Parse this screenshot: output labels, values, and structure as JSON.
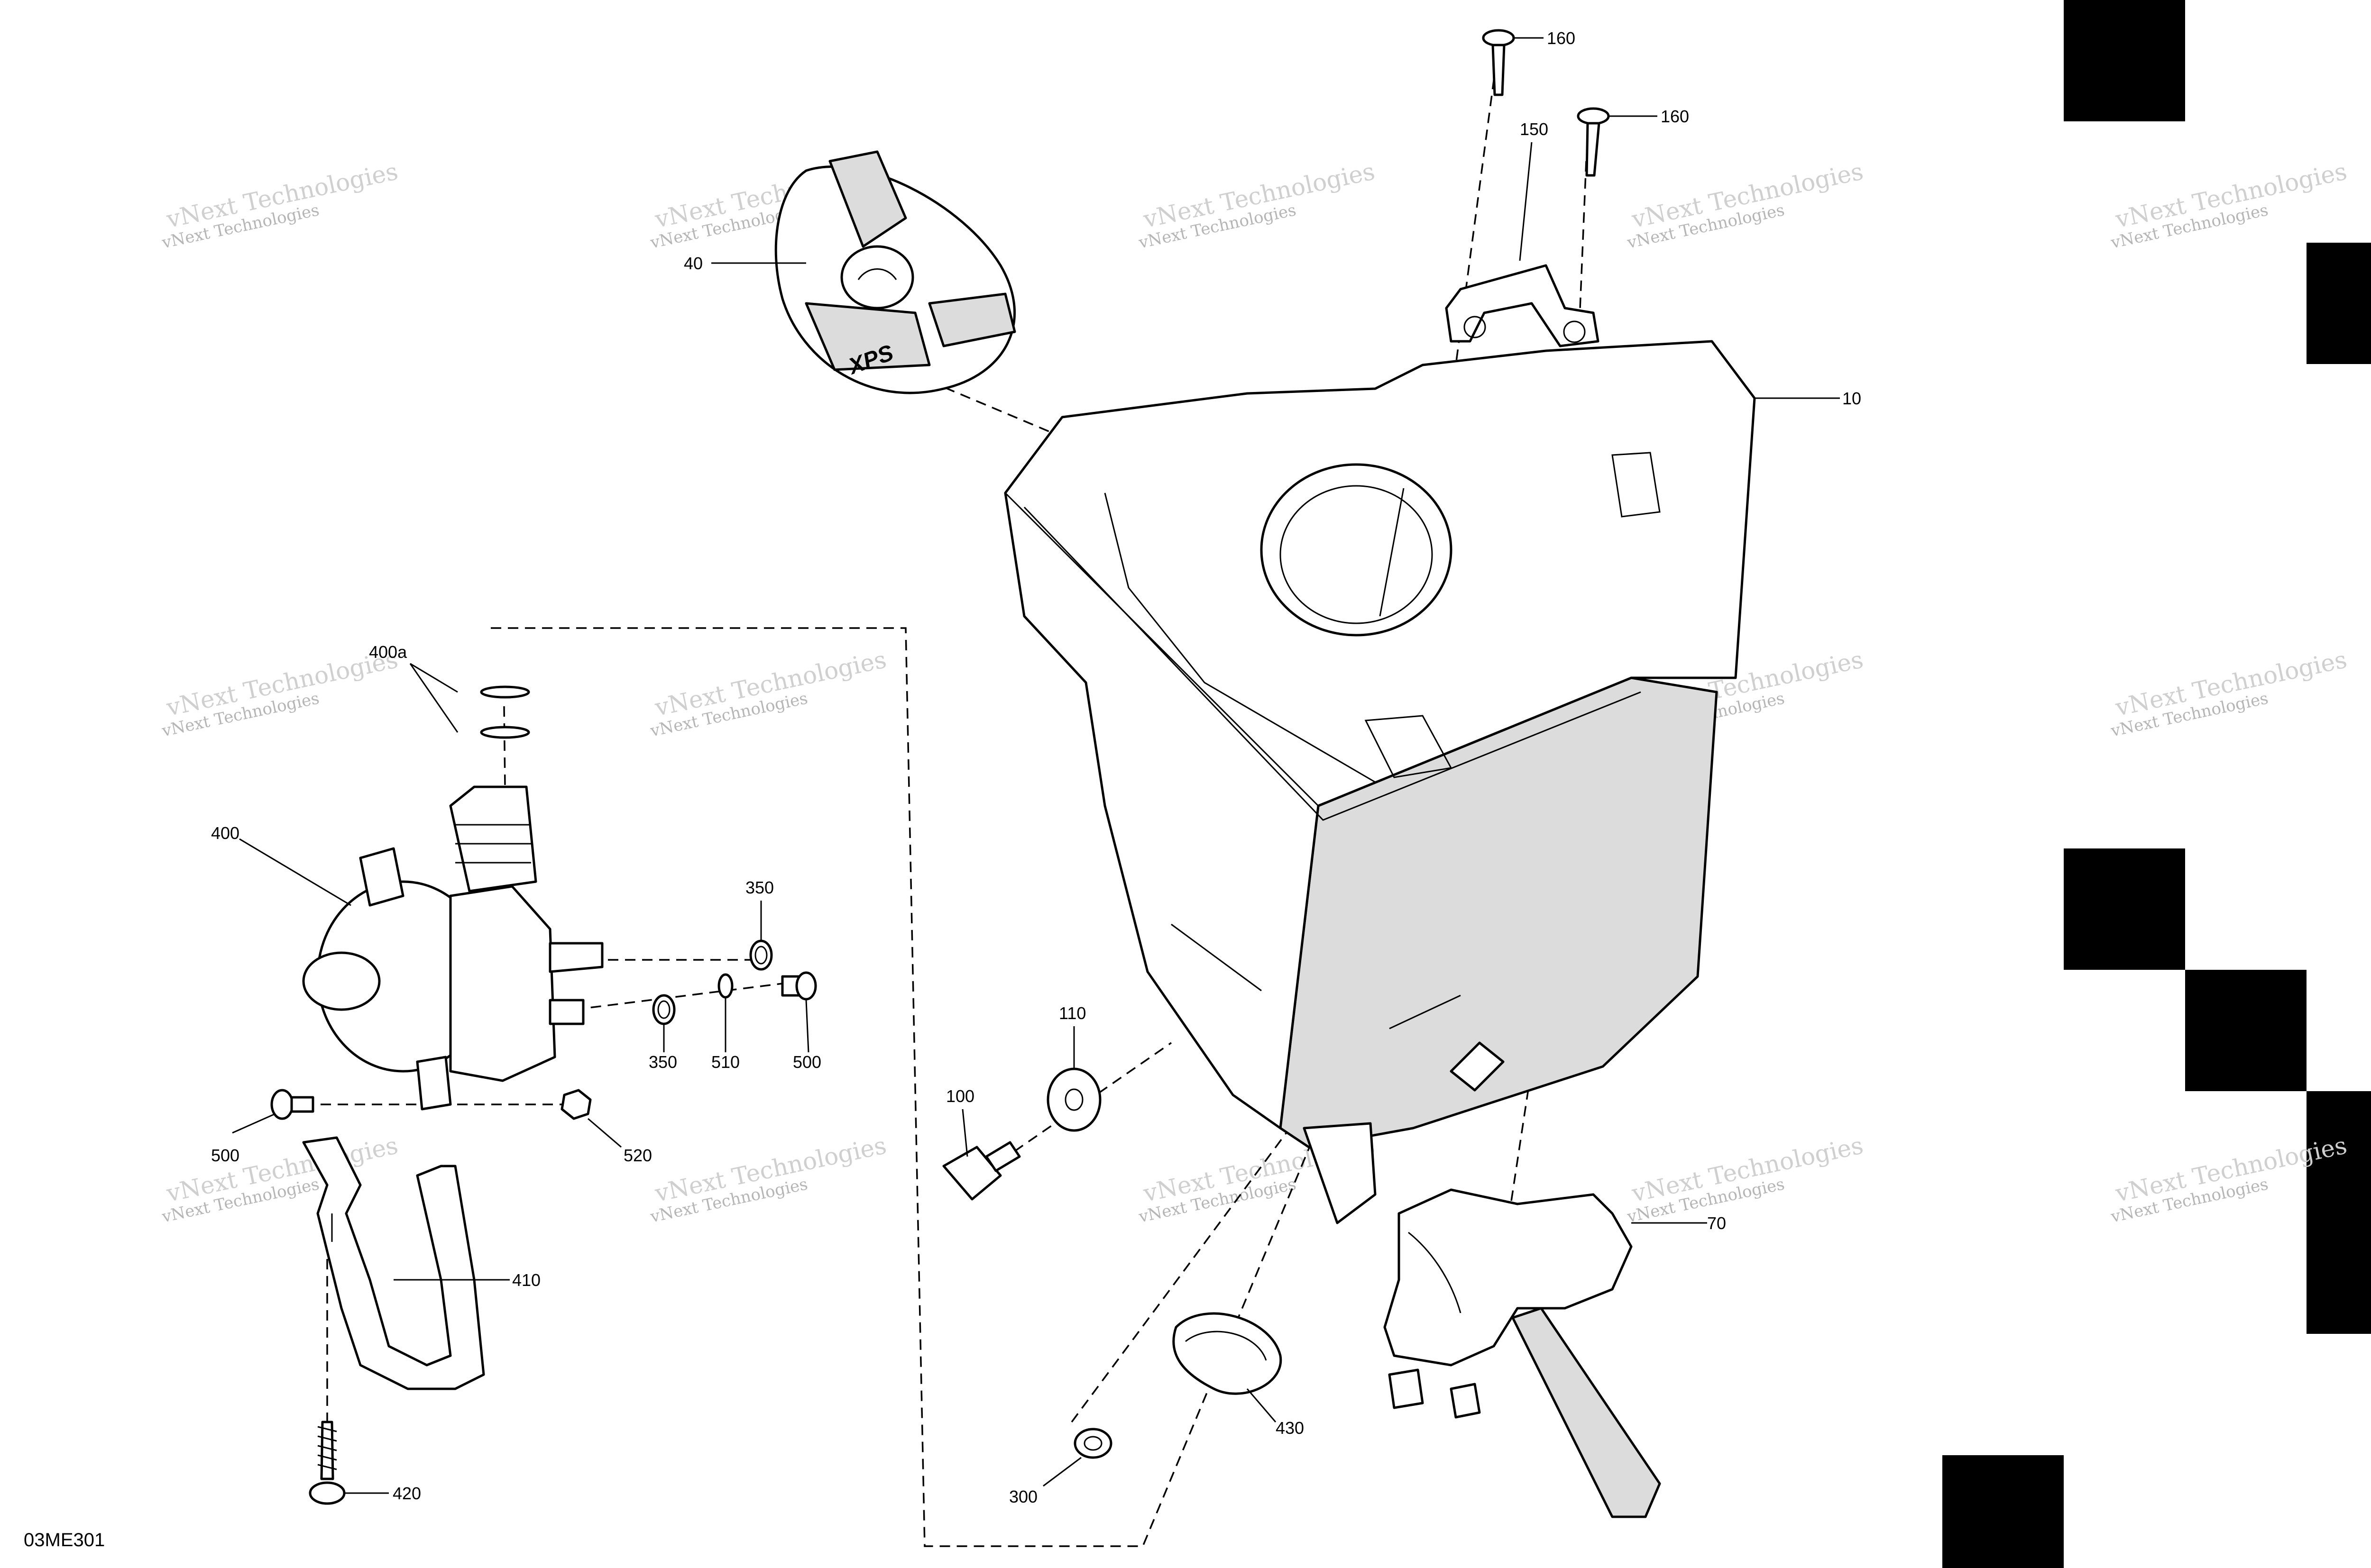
{
  "drawing": {
    "code": "03ME301",
    "watermark": {
      "line1": "vNext Technologies",
      "line2": "vNext Technologies"
    }
  },
  "callouts": [
    {
      "id": "c160a",
      "label": "160"
    },
    {
      "id": "c160b",
      "label": "160"
    },
    {
      "id": "c150",
      "label": "150"
    },
    {
      "id": "c40",
      "label": "40"
    },
    {
      "id": "c10",
      "label": "10"
    },
    {
      "id": "c400a",
      "label": "400a"
    },
    {
      "id": "c400",
      "label": "400"
    },
    {
      "id": "c350a",
      "label": "350"
    },
    {
      "id": "c350b",
      "label": "350"
    },
    {
      "id": "c510",
      "label": "510"
    },
    {
      "id": "c500a",
      "label": "500"
    },
    {
      "id": "c500b",
      "label": "500"
    },
    {
      "id": "c520",
      "label": "520"
    },
    {
      "id": "c410",
      "label": "410"
    },
    {
      "id": "c420",
      "label": "420"
    },
    {
      "id": "c110",
      "label": "110"
    },
    {
      "id": "c100",
      "label": "100"
    },
    {
      "id": "c430",
      "label": "430"
    },
    {
      "id": "c300",
      "label": "300"
    },
    {
      "id": "c70",
      "label": "70"
    }
  ],
  "cap_logo": "XPS"
}
